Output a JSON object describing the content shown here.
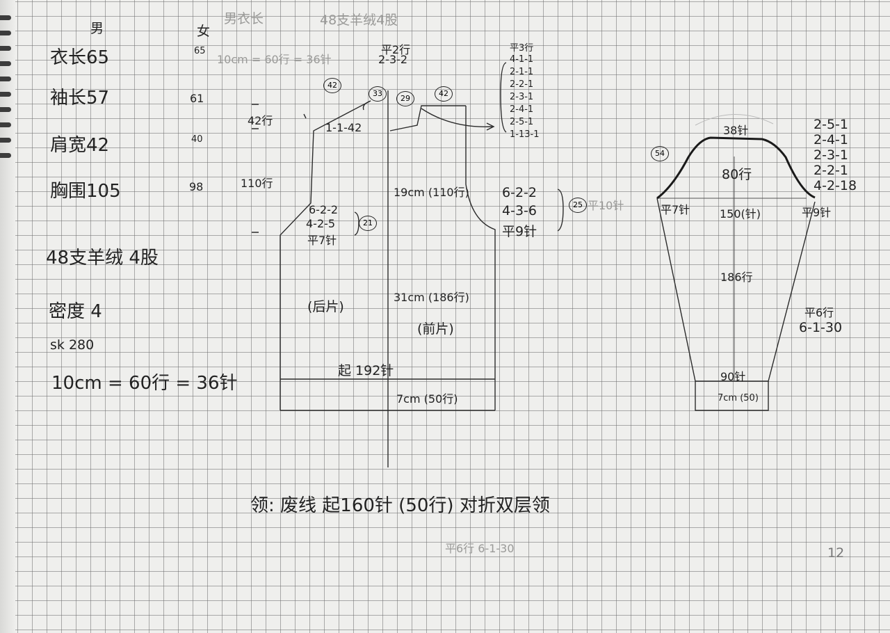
{
  "sizes": {
    "male_header": "男",
    "female_header": "女",
    "rows": [
      {
        "label": "衣长65",
        "female": "65"
      },
      {
        "label": "袖长57",
        "female": "61"
      },
      {
        "label": "肩宽42",
        "female": "40"
      },
      {
        "label": "胸围105",
        "female": "98"
      }
    ]
  },
  "yarn": {
    "spec": "48支羊绒 4股",
    "density": "密度 4",
    "sk": "sk 280",
    "gauge": "10cm = 60行 = 36针"
  },
  "body": {
    "left_mark_top": "42行",
    "left_mark_mid": "110行",
    "circle_back_shoulder": "42",
    "circle_neck": "33",
    "circle_front_neck": "29",
    "circle_front_shoulder": "42",
    "neck_top": [
      "平2行",
      "2-3-2"
    ],
    "shoulder_decrease": "1-1-42",
    "neck_decrease": [
      "平3行",
      "4-1-1",
      "2-1-1",
      "2-2-1",
      "2-3-1",
      "2-4-1",
      "2-5-1",
      "1-13-1"
    ],
    "front_armhole_height": "19cm (110行)",
    "back_armhole": [
      "6-2-2",
      "4-2-5",
      "平7针"
    ],
    "back_armhole_circle": "21",
    "front_armhole": [
      "6-2-2",
      "4-3-6",
      "平9针"
    ],
    "front_armhole_circle": "25",
    "back_label": "(后片)",
    "front_label": "(前片)",
    "body_length": "31cm (186行)",
    "cast_on": "起 192针",
    "rib": "7cm (50行)"
  },
  "sleeve": {
    "circle": "54",
    "top_stitches": "38针",
    "cap_rows": "80行",
    "left_flat": "平7针",
    "right_flat": "平9针",
    "width_stitches": "150(针)",
    "sleeve_rows": "186行",
    "cap_decrease": [
      "2-5-1",
      "2-4-1",
      "2-3-1",
      "2-2-1",
      "4-2-18"
    ],
    "increase": [
      "平6行",
      "6-1-30"
    ],
    "cuff_stitches": "90针",
    "cuff_rib": "7cm (50)"
  },
  "collar": "领: 废线 起160针 (50行) 对折双层领",
  "page_number": "12",
  "faint_notes": {
    "top_a": "男衣长",
    "top_b": "48支羊绒4股",
    "left_a": "10cm = 60行 = 36针",
    "right_a": "平10针",
    "bottom_a": "平6行 6-1-30"
  }
}
